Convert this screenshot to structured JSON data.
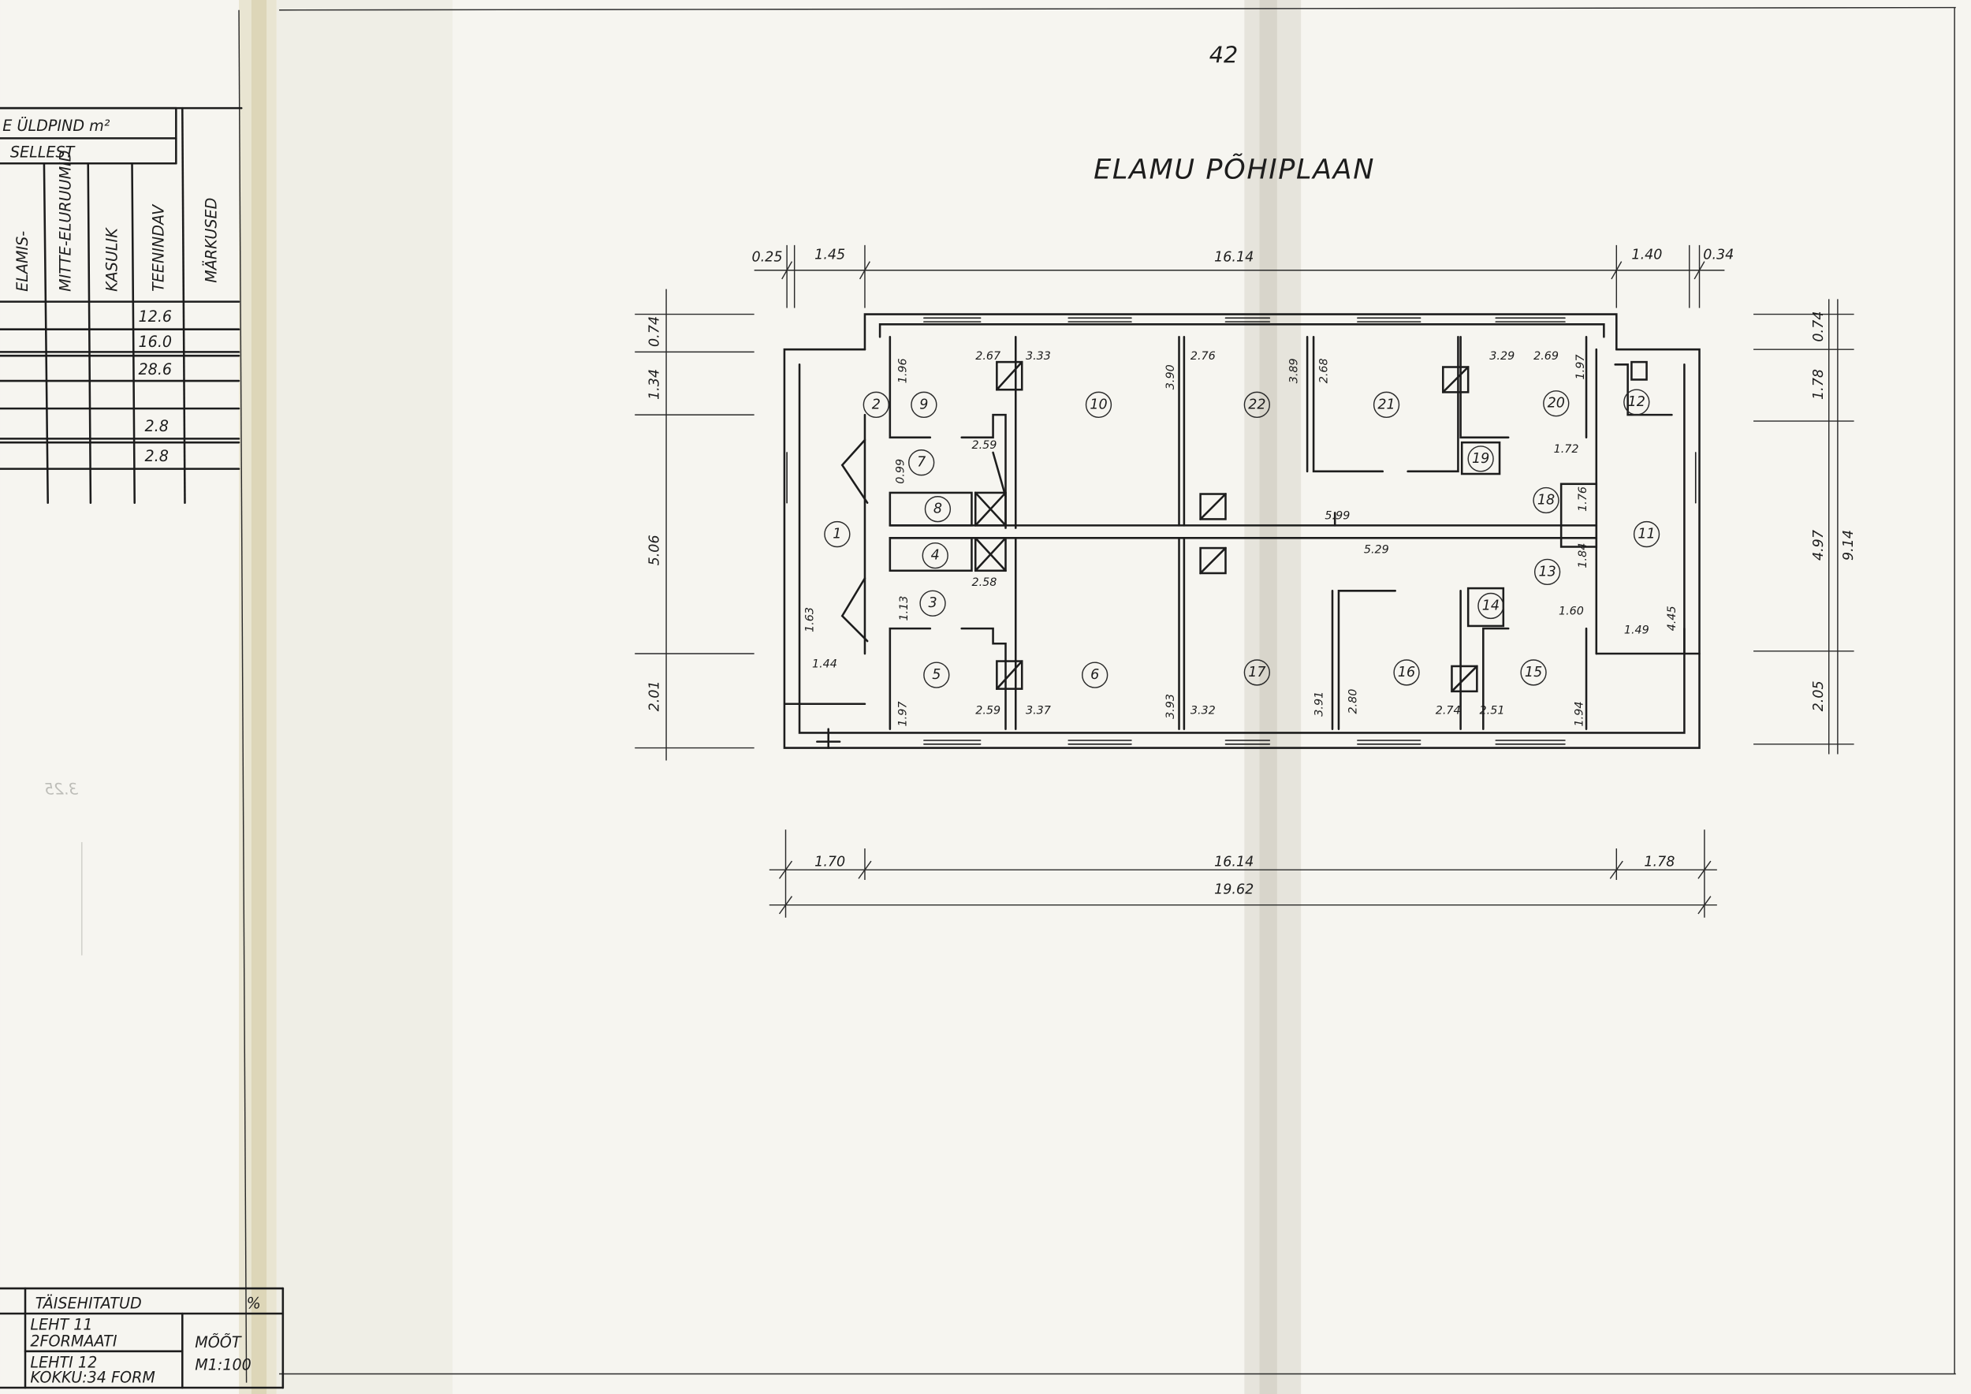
{
  "sheet": {
    "page_number": "42",
    "title": "ELAMU PÕHIPLAAN"
  },
  "area_table": {
    "header": "E ÜLDPIND m²",
    "subheader": "SELLEST",
    "columns": [
      "ELAMIS-",
      "MITTE-ELURUUMID",
      "KASULIK",
      "TEENINDAV",
      "MÄRKUSED"
    ],
    "teenindav_values": [
      "12.6",
      "16.0",
      "28.6",
      "",
      "2.8",
      "2.8"
    ],
    "ghost_text": "3.25"
  },
  "title_block": {
    "status_label": "TÄISEHITATUD",
    "percent_sign": "%",
    "sheet_line1": "LEHT 11",
    "sheet_line2": "2FORMAATI",
    "sheets_line1": "LEHTI 12",
    "sheets_line2": "KOKKU:34 FORM",
    "scale_label": "MÕÕT",
    "scale_value": "M1:100"
  },
  "dimensions": {
    "top": [
      "0.25",
      "1.45",
      "16.14",
      "1.40",
      "0.34"
    ],
    "bottom": [
      "1.70",
      "16.14",
      "1.78"
    ],
    "bottom_total": "19.62",
    "left": [
      "0.74",
      "1.34",
      "5.06",
      "2.01"
    ],
    "right": [
      "0.74",
      "1.78",
      "4.97",
      "9.14",
      "2.05"
    ]
  },
  "rooms": [
    "1",
    "2",
    "3",
    "4",
    "5",
    "6",
    "7",
    "8",
    "9",
    "10",
    "11",
    "12",
    "13",
    "14",
    "15",
    "16",
    "17",
    "18",
    "19",
    "20",
    "21",
    "22"
  ],
  "room_dimensions": [
    "2.67",
    "3.33",
    "3.90",
    "1.96",
    "2.59",
    "0.99",
    "2.58",
    "1.13",
    "1.63",
    "1.44",
    "1.97",
    "2.59",
    "3.37",
    "3.93",
    "3.32",
    "2.76",
    "3.89",
    "2.68",
    "3.29",
    "2.69",
    "1.97",
    "1.72",
    "1.76",
    "5.99",
    "5.29",
    "1.84",
    "1.60",
    "1.49",
    "4.45",
    "3.91",
    "2.80",
    "2.74",
    "2.51",
    "1.94"
  ]
}
